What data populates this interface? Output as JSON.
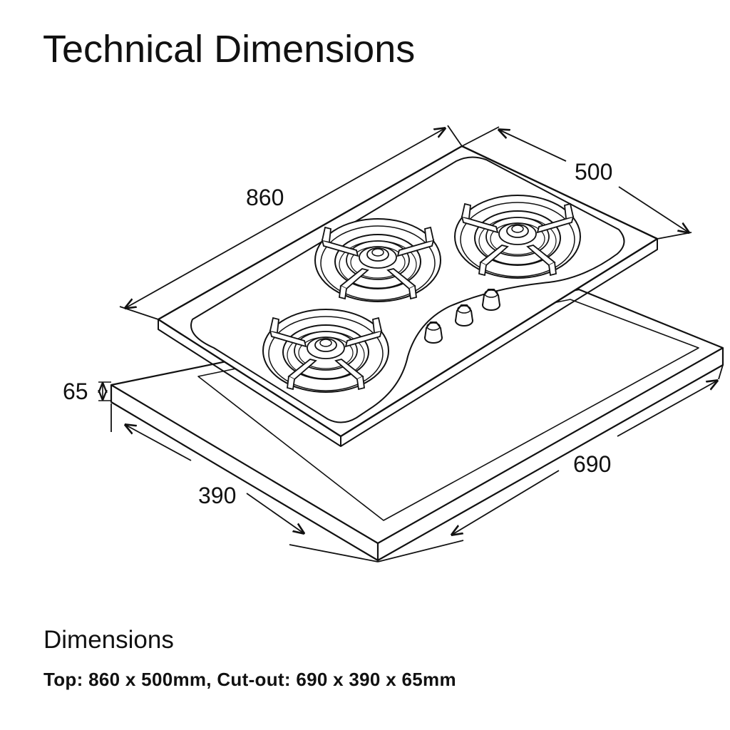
{
  "title": "Technical Dimensions",
  "diagram": {
    "dimensions": {
      "top_width": "860",
      "top_depth": "500",
      "cutout_height": "65",
      "cutout_depth": "390",
      "cutout_width": "690"
    }
  },
  "specs": {
    "heading": "Dimensions",
    "line": "Top: 860 x 500mm, Cut-out: 690 x 390 x 65mm"
  }
}
